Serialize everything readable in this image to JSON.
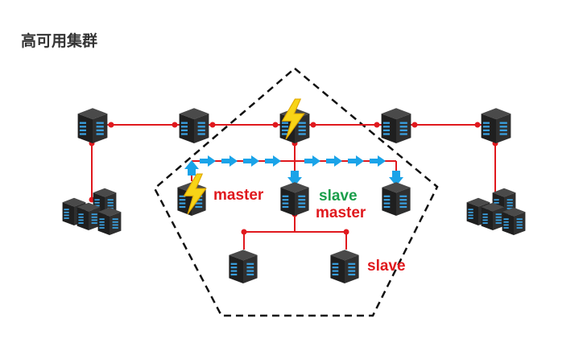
{
  "title": "高可用集群",
  "labels": {
    "master_left": "master",
    "slave_center": "slave",
    "master_center": "master",
    "slave_bottom": "slave"
  },
  "colors": {
    "link": "#e0191e",
    "sync_arrow": "#1aa3e8",
    "master_text": "#e0191e",
    "slave_text_green": "#1a9e4a",
    "server_body": "#2e2e2e",
    "server_led": "#3aa0e0",
    "failure_bolt": "#f7d417",
    "boundary": "#111111"
  },
  "icons": {
    "server": "server-rack-icon",
    "failure": "lightning-bolt-icon",
    "sync": "sync-arrow-icon"
  }
}
